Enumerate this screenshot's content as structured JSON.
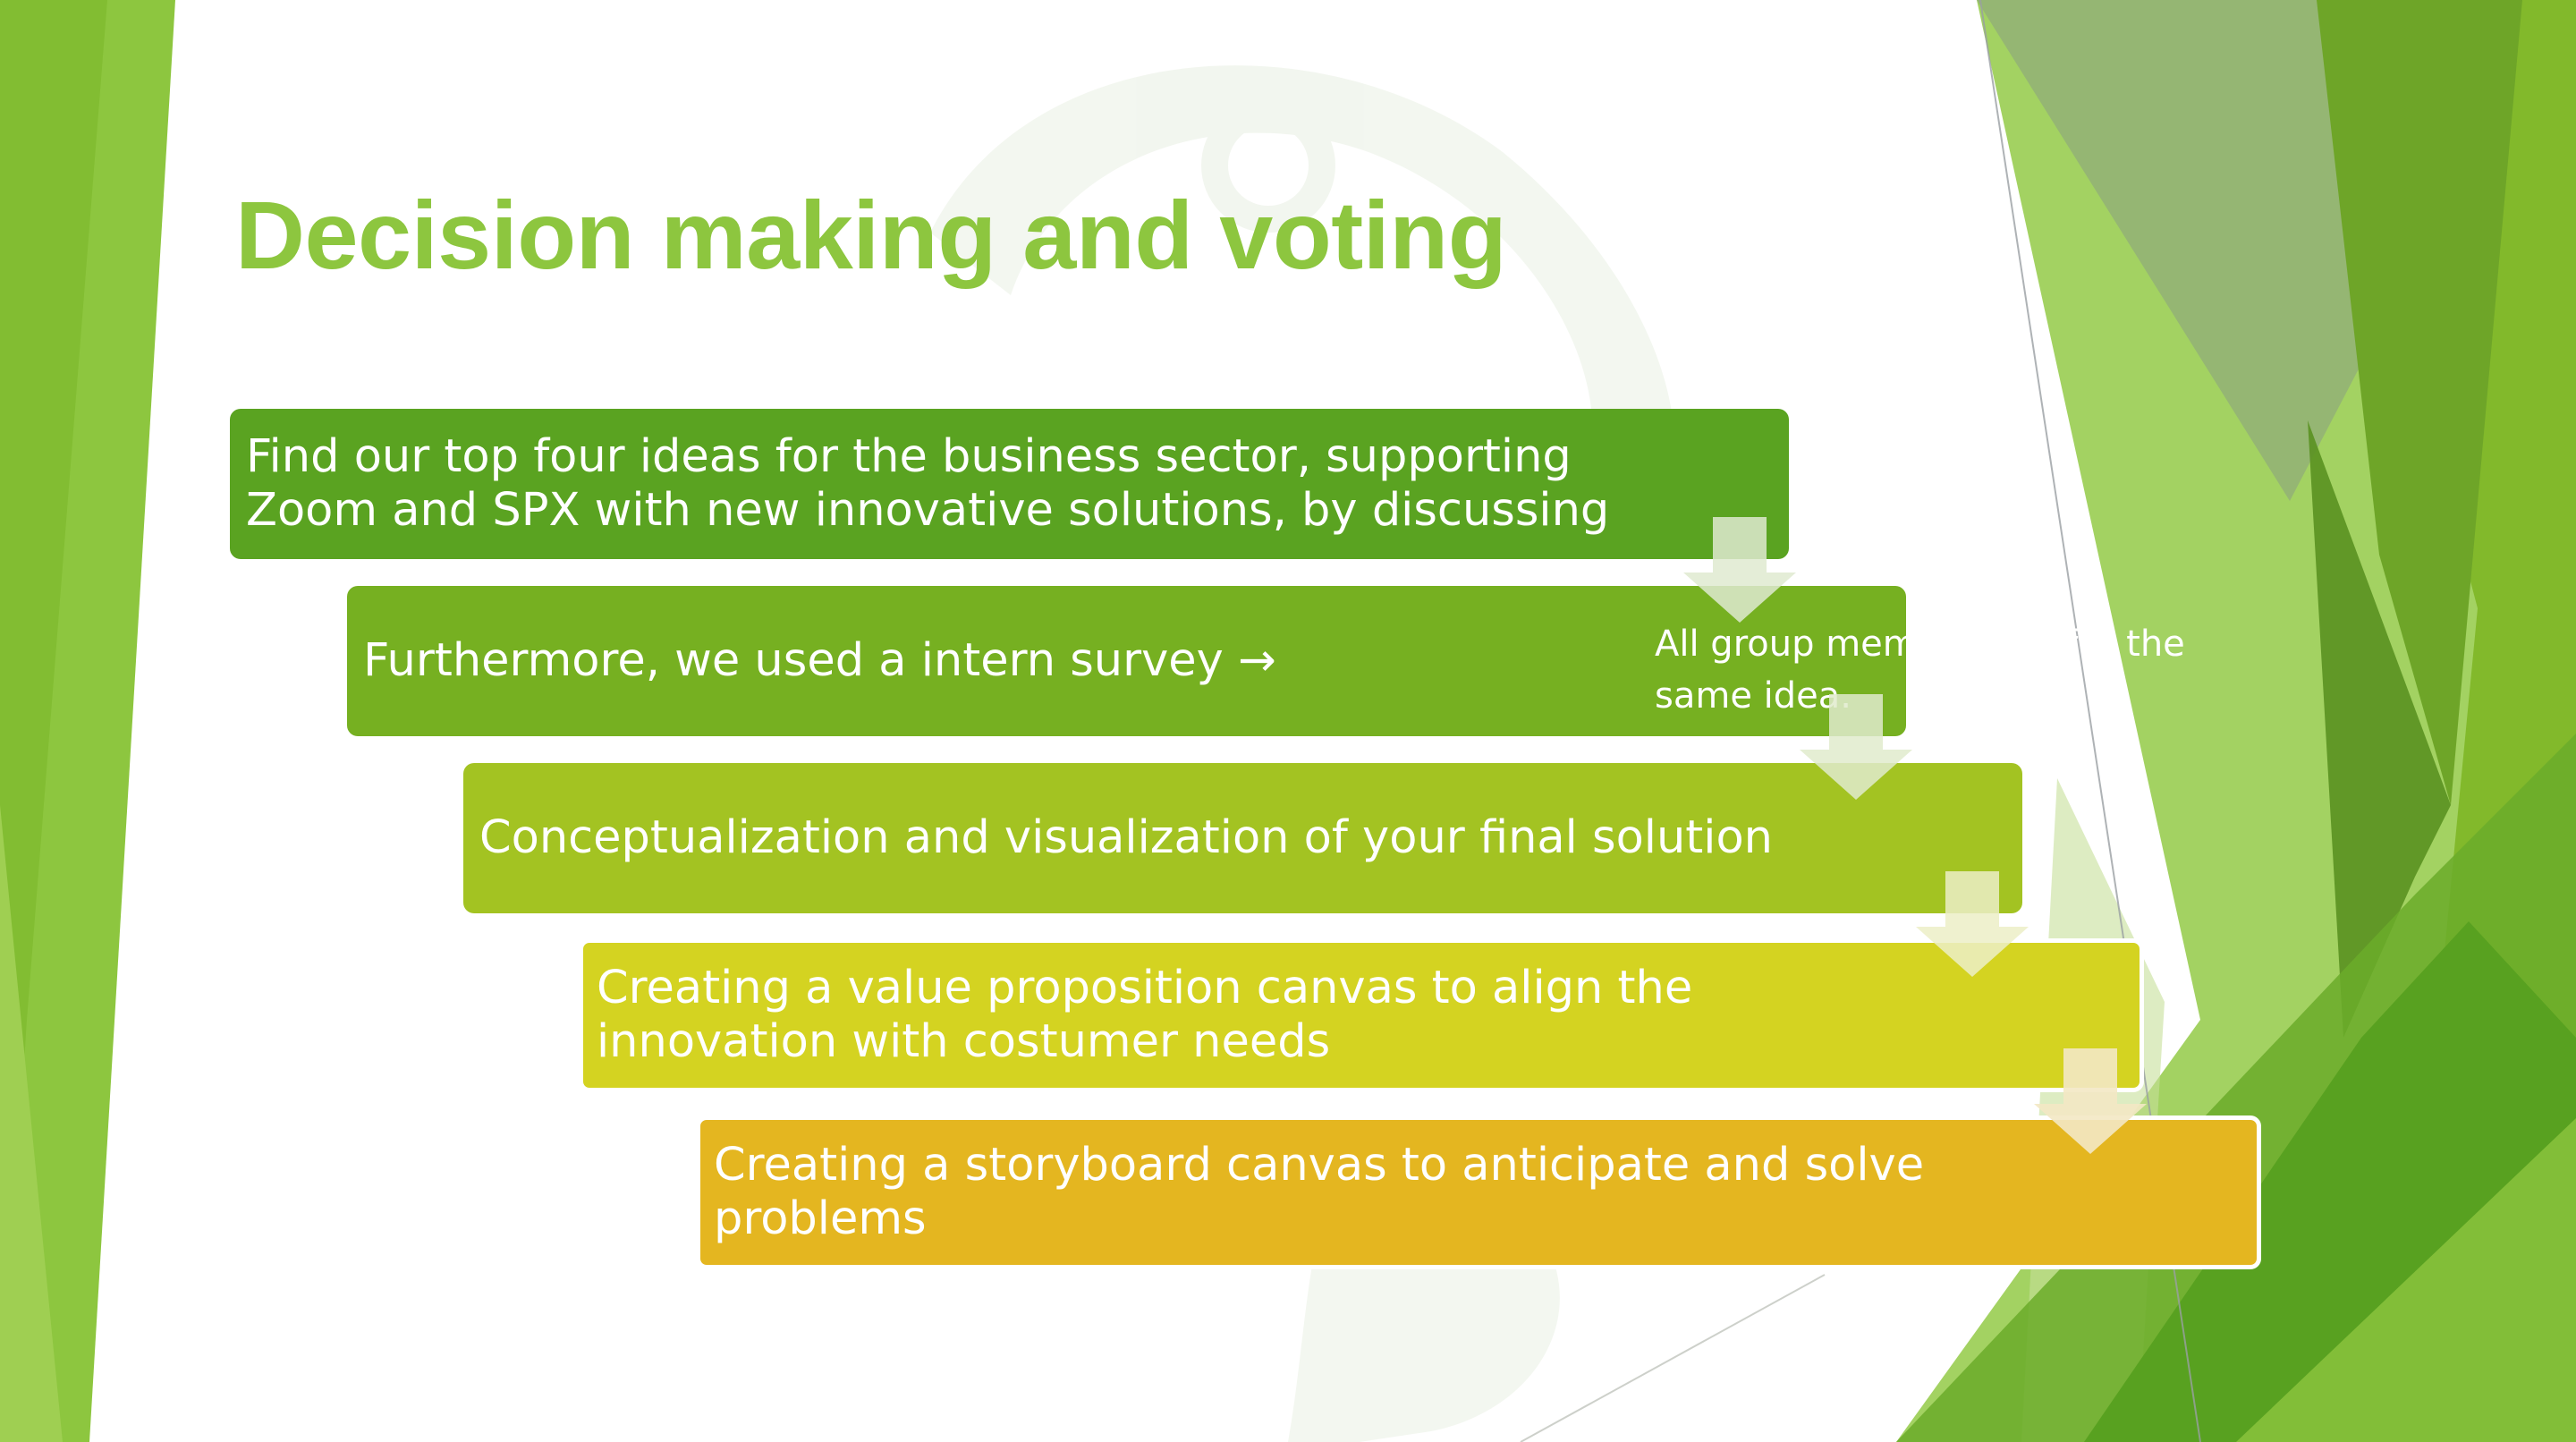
{
  "slide": {
    "title": "Decision making and voting",
    "steps": [
      {
        "lines": [
          "Find our top four ideas for the business sector, supporting",
          "Zoom and SPX with new innovative solutions, by discussing"
        ],
        "color": "#5aa321"
      },
      {
        "text": "Furthermore, we used a intern survey →",
        "note_lines": [
          "All group members prefer the",
          "same idea."
        ],
        "color": "#76b021"
      },
      {
        "lines": [
          "Conceptualization and visualization of your final solution"
        ],
        "color": "#a3c322"
      },
      {
        "lines": [
          "Creating a value proposition canvas to align the",
          "innovation with costumer needs"
        ],
        "color": "#d4d321"
      },
      {
        "lines": [
          "Creating a storyboard canvas to anticipate and solve",
          "problems"
        ],
        "color": "#e4b620"
      }
    ]
  },
  "theme": {
    "accent": "#8dc63f",
    "arrow_fill": "#e8efd8"
  }
}
